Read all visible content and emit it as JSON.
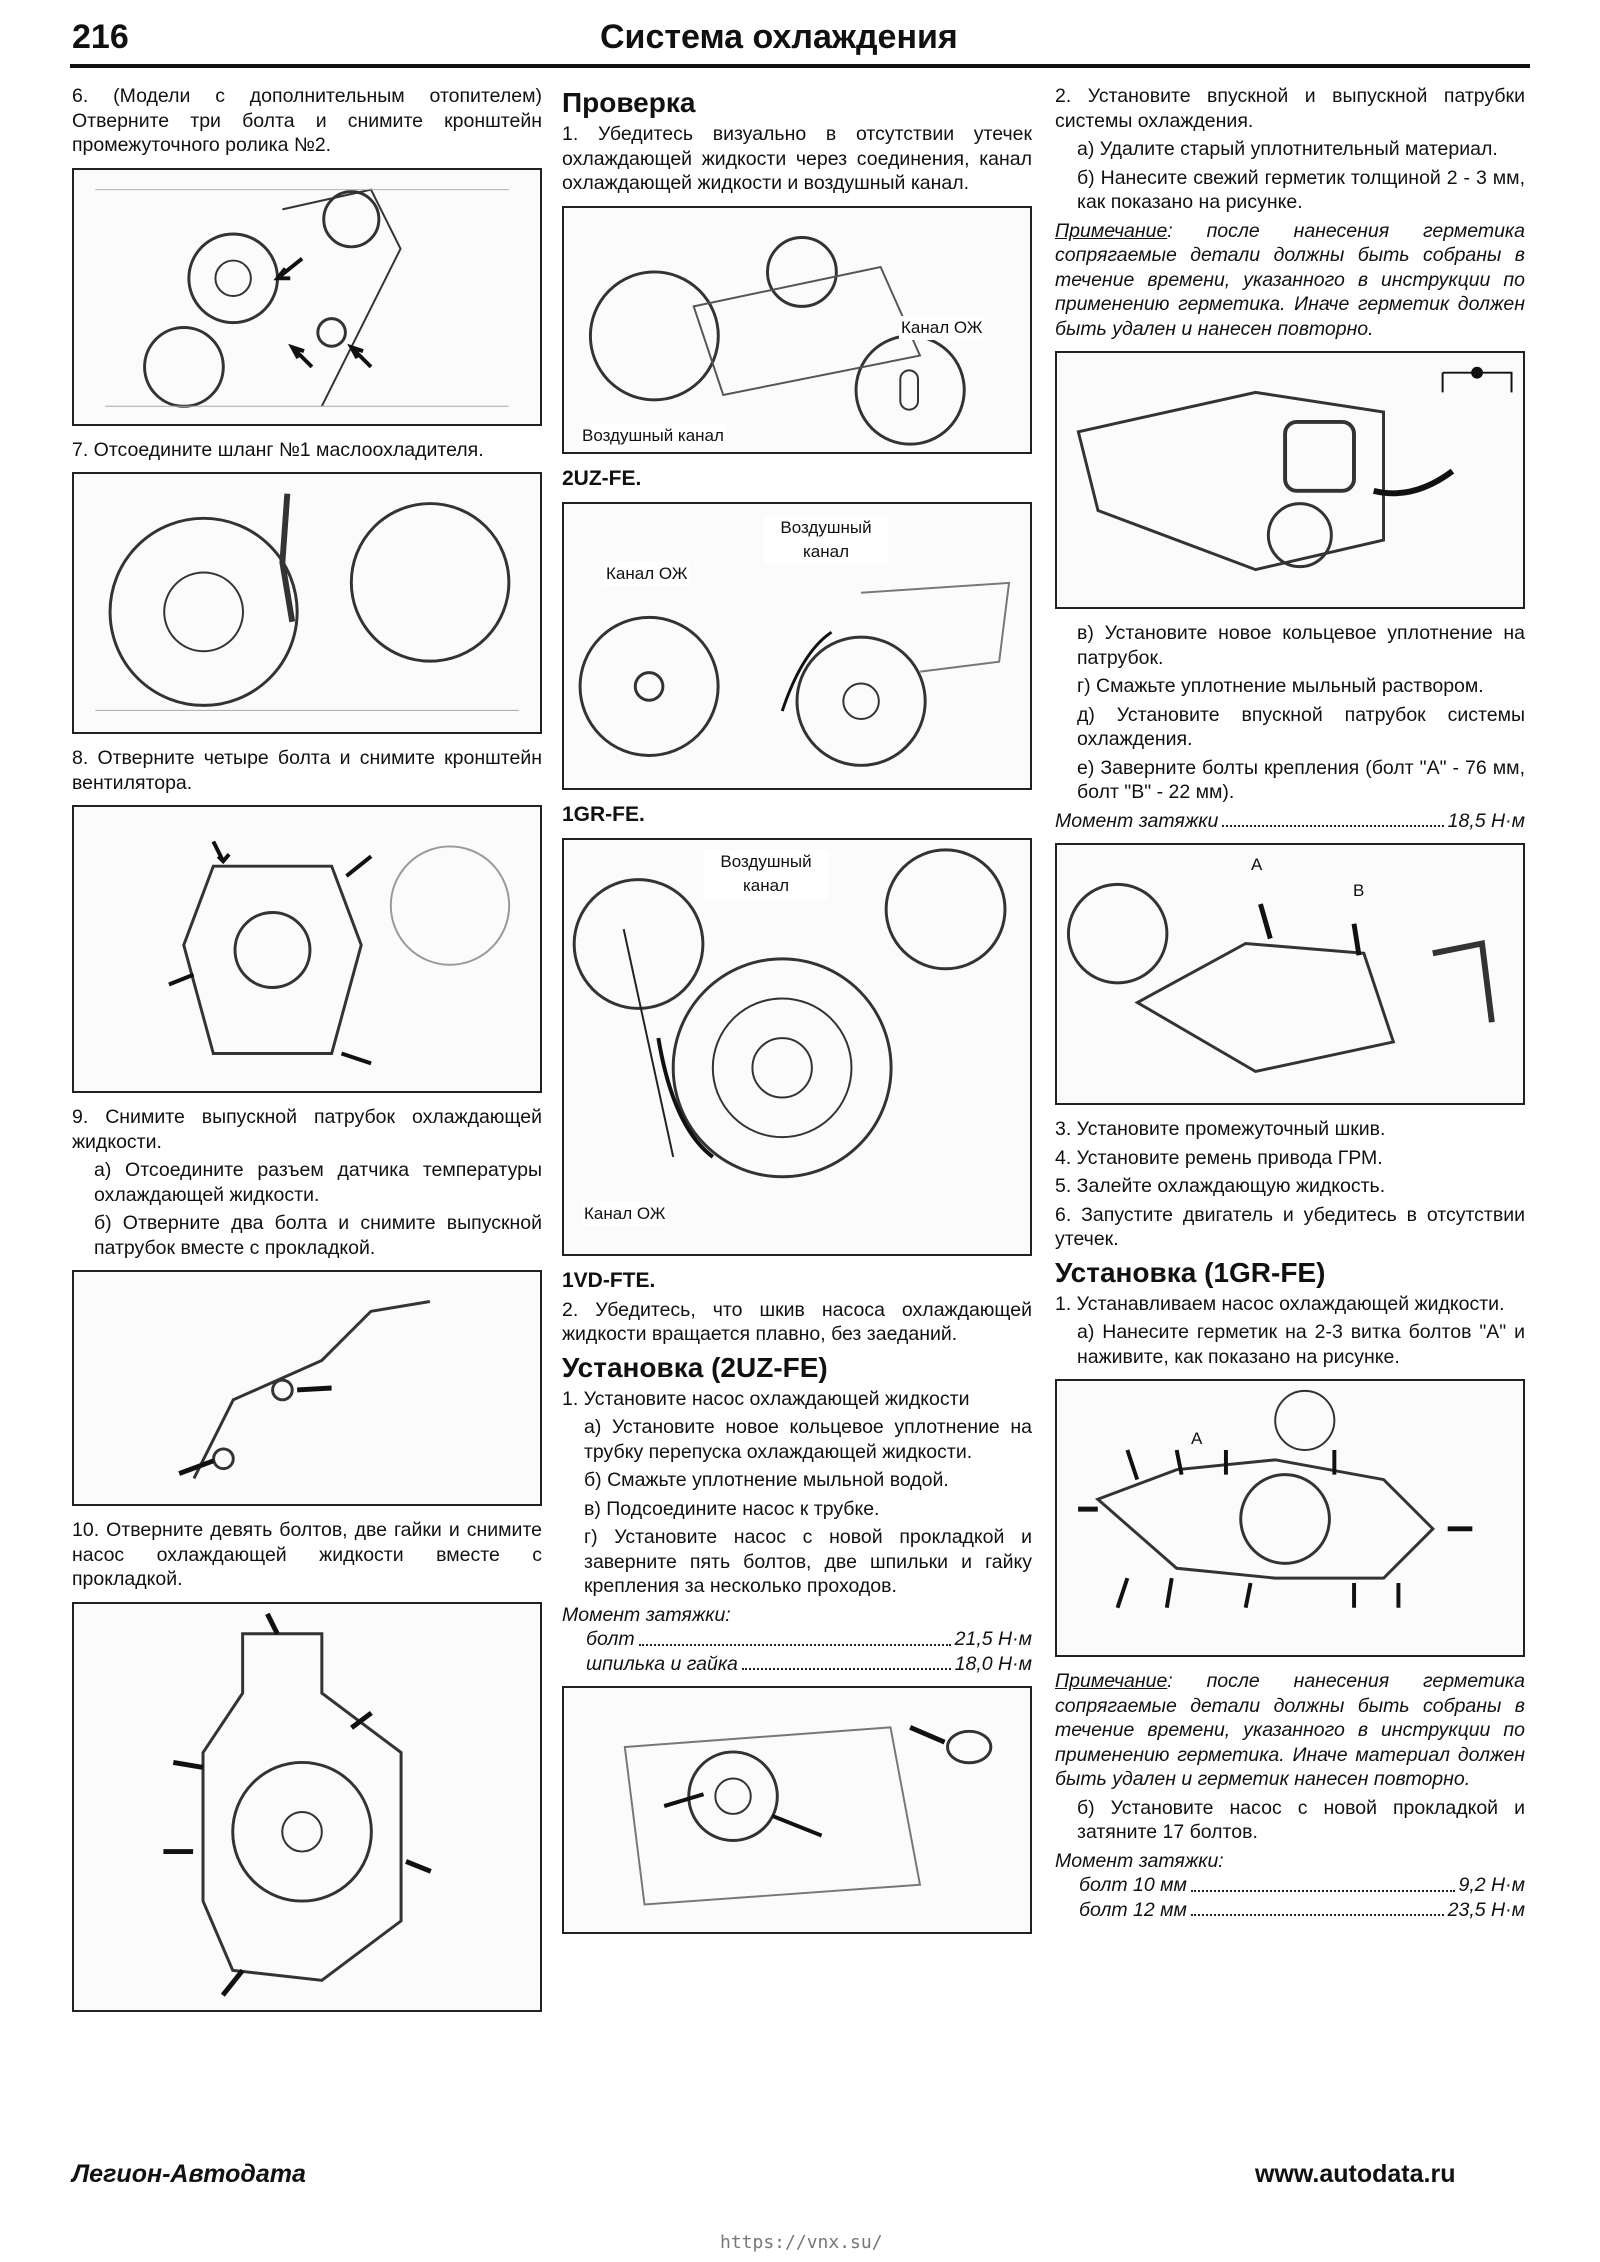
{
  "header": {
    "page_number": "216",
    "title": "Система охлаждения"
  },
  "col1": {
    "s6": "6. (Модели с дополнительным отопителем) Отверните три болта и снимите кронштейн промежуточного ролика №2.",
    "s7": "7. Отсоедините шланг №1 маслоохладителя.",
    "s8": "8. Отверните четыре болта и снимите кронштейн вентилятора.",
    "s9": "9. Снимите выпускной патрубок охлаждающей жидкости.",
    "s9a": "а) Отсоедините разъем датчика температуры охлаждающей жидкости.",
    "s9b": "б) Отверните два болта и снимите выпускной патрубок вместе с прокладкой.",
    "s10": "10. Отверните девять болтов, две гайки и снимите насос охлаждающей жидкости вместе с прокладкой."
  },
  "col2": {
    "h_check": "Проверка",
    "c1": "1. Убедитесь визуально в отсутствии утечек охлаждающей жидкости через соединения, канал охлаждающей жидкости и воздушный канал.",
    "fig1_label_coolant": "Канал ОЖ",
    "fig1_label_air": "Воздушный канал",
    "cap_2uz": "2UZ-FE.",
    "fig2_label_air": "Воздушный канал",
    "fig2_label_coolant": "Канал ОЖ",
    "cap_1gr": "1GR-FE.",
    "fig3_label_air": "Воздушный канал",
    "fig3_label_coolant": "Канал ОЖ",
    "cap_1vd": "1VD-FTE.",
    "c2": "2. Убедитесь, что шкив насоса охлаждающей жидкости вращается плавно, без заеданий.",
    "h_install": "Установка (2UZ-FE)",
    "i1": "1. Установите насос охлаждающей жидкости",
    "i1a": "а) Установите новое кольцевое уплотнение на трубку перепуска охлаждающей жидкости.",
    "i1b": "б) Смажьте уплотнение мыльной водой.",
    "i1c": "в) Подсоедините насос к трубке.",
    "i1d": "г) Установите насос с новой прокладкой и заверните пять болтов, две шпильки и гайку крепления за несколько проходов.",
    "torque_title": "Момент затяжки:",
    "torque_bolt_k": "болт",
    "torque_bolt_v": "21,5 Н·м",
    "torque_stud_k": "шпилька и гайка",
    "torque_stud_v": "18,0 Н·м"
  },
  "col3": {
    "p2": "2. Установите впускной и выпускной патрубки системы охлаждения.",
    "p2a": "а) Удалите старый уплотнительный материал.",
    "p2b": "б) Нанесите свежий герметик толщиной 2 - 3 мм, как показано на рисунке.",
    "note1_label": "Примечание",
    "note1": ": после нанесения герметика сопрягаемые детали должны быть собраны в течение времени, указанного в инструкции по применению герметика. Иначе герметик должен быть удален и нанесен повторно.",
    "p2v": "в) Установите новое кольцевое уплотнение на патрубок.",
    "p2g": "г) Смажьте уплотнение мыльный раствором.",
    "p2d": "д) Установите впускной патрубок системы охлаждения.",
    "p2e": "е) Заверните болты крепления (болт \"А\" - 76 мм, болт \"В\" - 22 мм).",
    "torque_k": "Момент затяжки",
    "torque_v": "18,5 Н·м",
    "fig_a": "A",
    "fig_b": "B",
    "p3": "3. Установите промежуточный шкив.",
    "p4": "4. Установите ремень привода ГРМ.",
    "p5": "5. Залейте охлаждающую жидкость.",
    "p6": "6. Запустите двигатель и убедитесь в отсутствии утечек.",
    "h_install": "Установка (1GR-FE)",
    "q1": "1. Устанавливаем насос охлаждающей жидкости.",
    "q1a": "а) Нанесите герметик на 2-3 витка болтов \"А\" и наживите, как показано на рисунке.",
    "fig2_a": "A",
    "note2_label": "Примечание",
    "note2": ": после нанесения герметика сопрягаемые детали должны быть собраны в течение времени, указанного в инструкции по применению герметика. Иначе материал должен быть удален и герметик нанесен повторно.",
    "q1b": "б) Установите насос с новой прокладкой и затяните 17 болтов.",
    "torque2_title": "Момент затяжки:",
    "torque2_b10_k": "болт 10 мм",
    "torque2_b10_v": "9,2 Н·м",
    "torque2_b12_k": "болт 12 мм",
    "torque2_b12_v": "23,5 Н·м"
  },
  "footer": {
    "left": "Легион-Автодата",
    "right": "www.autodata.ru",
    "watermark": "https://vnx.su/"
  }
}
